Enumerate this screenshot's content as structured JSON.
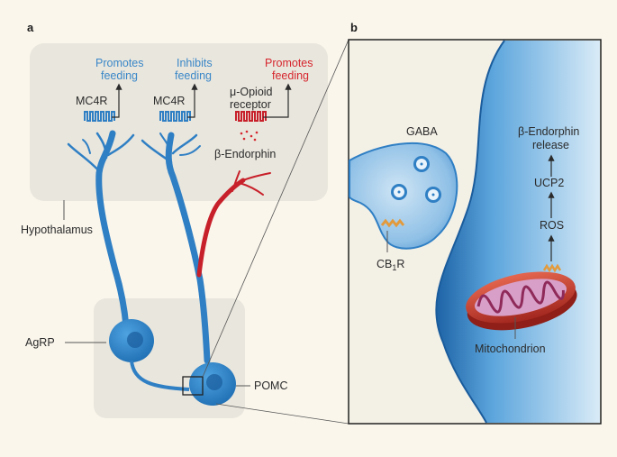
{
  "panel_a": {
    "letter": "a",
    "region_labels": {
      "hypothalamus": "Hypothalamus",
      "agrp": "AgRP",
      "pomc": "POMC"
    },
    "receptors": {
      "mc4r_left": "MC4R",
      "mc4r_right": "MC4R",
      "opioid_line1": "μ-Opioid",
      "opioid_line2": "receptor"
    },
    "effects": {
      "left_line1": "Promotes",
      "left_line2": "feeding",
      "middle_line1": "Inhibits",
      "middle_line2": "feeding",
      "right_line1": "Promotes",
      "right_line2": "feeding"
    },
    "ligand": "β-Endorphin"
  },
  "panel_b": {
    "letter": "b",
    "gaba": "GABA",
    "cb1r_main": "CB",
    "cb1r_sub": "1",
    "cb1r_tail": "R",
    "pathway_line1": "β-Endorphin",
    "pathway_line2": "release",
    "ucp2": "UCP2",
    "ros": "ROS",
    "mitochondrion": "Mitochondrion"
  },
  "colors": {
    "background": "#faf6ec",
    "region_fill": "#e9e6dd",
    "neuron_blue": "#2f7fc4",
    "neuron_dark": "#1d5f9d",
    "effect_blue": "#3a87c8",
    "effect_red": "#d6262e",
    "mito_red": "#c8352a",
    "mito_inner": "#d8a0c8"
  }
}
